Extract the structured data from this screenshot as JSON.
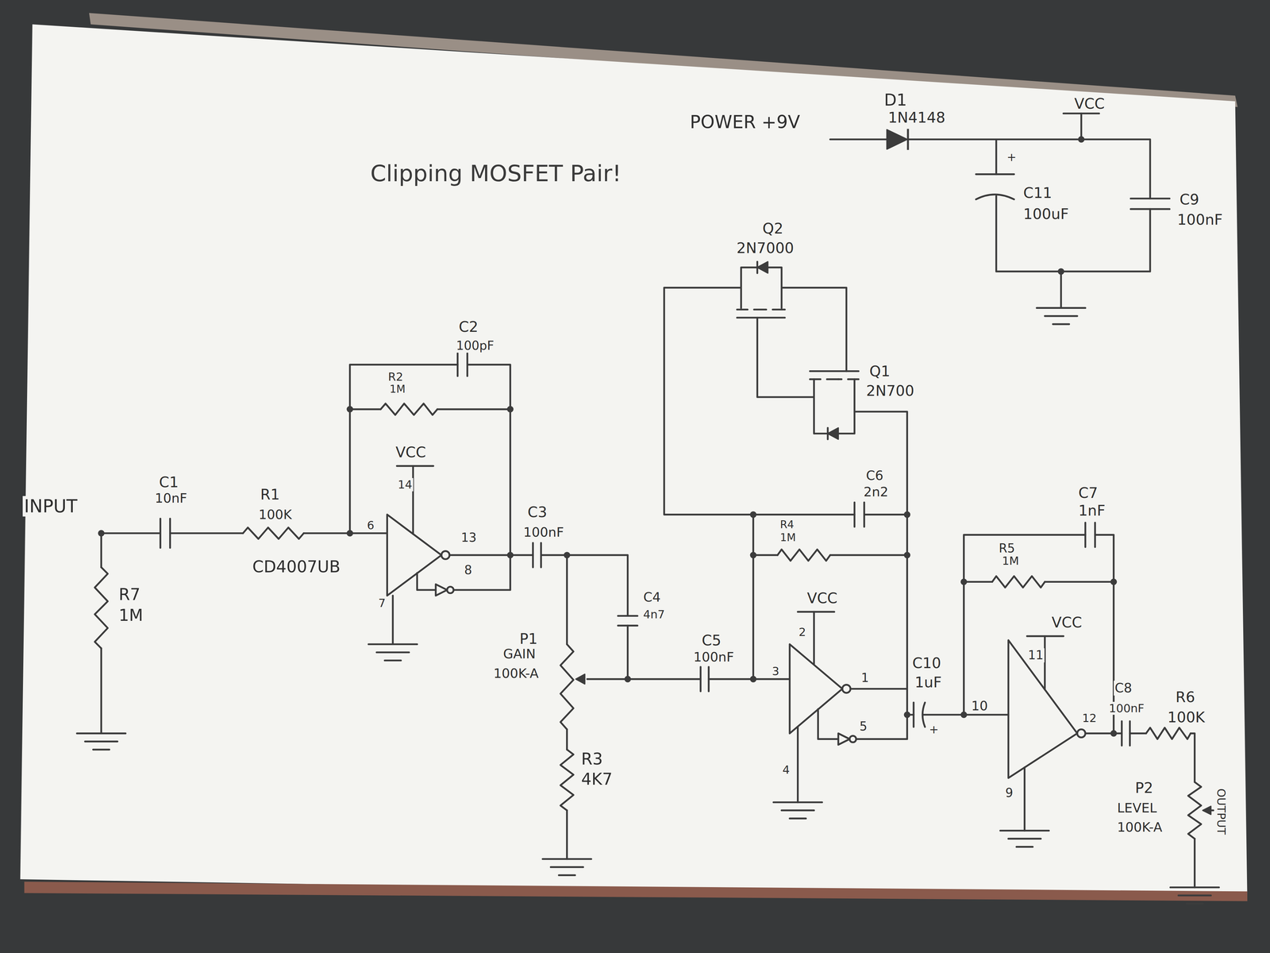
{
  "diagram": {
    "title": "Clipping MOSFET Pair!",
    "labels": [
      "POWER +9V",
      "D1",
      "1N4148",
      "VCC",
      "+",
      "C11",
      "100uF",
      "C9",
      "100nF",
      "Q2",
      "2N7000",
      "Q1",
      "2N700",
      "C2",
      "100pF",
      "R2",
      "1M",
      "VCC",
      "14",
      "INPUT",
      "C1",
      "10nF",
      "R1",
      "100K",
      "6",
      "13",
      "8",
      "CD4007UB",
      "7",
      "R7",
      "1M",
      "C3",
      "100nF",
      "C4",
      "4n7",
      "P1",
      "GAIN",
      "100K-A",
      "R3",
      "4K7",
      "C5",
      "100nF",
      "C6",
      "2n2",
      "R4",
      "1M",
      "VCC",
      "2",
      "3",
      "1",
      "5",
      "4",
      "C10",
      "1uF",
      "+",
      "C7",
      "1nF",
      "R5",
      "1M",
      "VCC",
      "11",
      "10",
      "12",
      "9",
      "C8",
      "100nF",
      "R6",
      "100K",
      "P2",
      "LEVEL",
      "100K-A",
      "OUTPUT"
    ]
  }
}
